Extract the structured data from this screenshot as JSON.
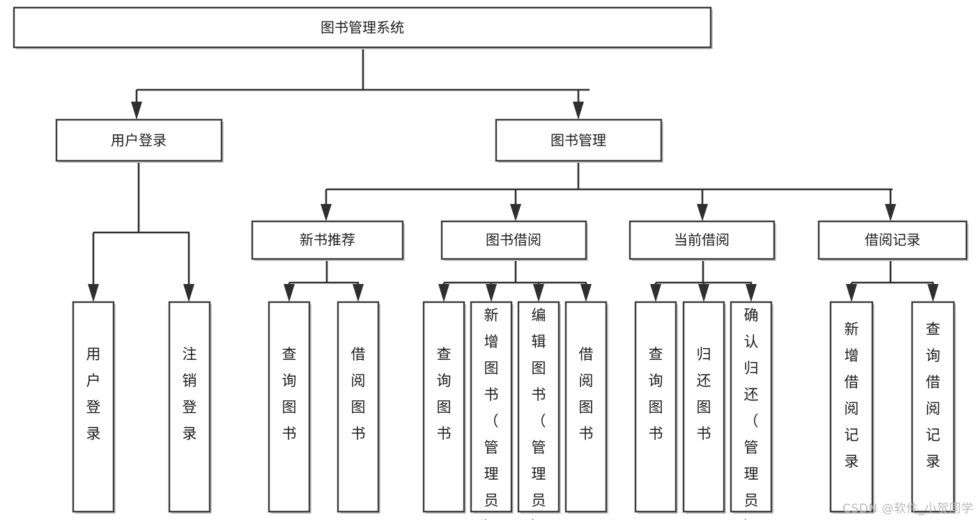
{
  "diagram": {
    "type": "tree",
    "title": "图书管理系统",
    "orientation": "top-down",
    "colors": {
      "box_stroke": "#3a3a3a",
      "box_fill": "#ffffff",
      "connector": "#2f2f2f",
      "text": "#1d1d1d",
      "watermark": "#b9b9b9",
      "background": "#ffffff"
    },
    "root": {
      "id": "root",
      "label": "图书管理系统"
    },
    "level1": [
      {
        "id": "user-login",
        "label": "用户登录"
      },
      {
        "id": "book-manage",
        "label": "图书管理"
      }
    ],
    "level2": [
      {
        "id": "new-book-recommend",
        "label": "新书推荐",
        "parent": "book-manage"
      },
      {
        "id": "book-borrow",
        "label": "图书借阅",
        "parent": "book-manage"
      },
      {
        "id": "current-borrow",
        "label": "当前借阅",
        "parent": "book-manage"
      },
      {
        "id": "borrow-record",
        "label": "借阅记录",
        "parent": "book-manage"
      }
    ],
    "leaves": {
      "user-login": [
        {
          "id": "leaf-user-login",
          "label": "用户登录"
        },
        {
          "id": "leaf-user-logout",
          "label": "注销登录"
        }
      ],
      "new-book-recommend": [
        {
          "id": "leaf-query-book-1",
          "label": "查询图书"
        },
        {
          "id": "leaf-borrow-book-1",
          "label": "借阅图书"
        }
      ],
      "book-borrow": [
        {
          "id": "leaf-query-book-2",
          "label": "查询图书"
        },
        {
          "id": "leaf-add-book",
          "label": "新增图书（管理员）"
        },
        {
          "id": "leaf-edit-book",
          "label": "编辑图书（管理员）"
        },
        {
          "id": "leaf-borrow-book-2",
          "label": "借阅图书"
        }
      ],
      "current-borrow": [
        {
          "id": "leaf-query-book-3",
          "label": "查询图书"
        },
        {
          "id": "leaf-return-book",
          "label": "归还图书"
        },
        {
          "id": "leaf-confirm-return",
          "label": "确认归还（管理员）"
        }
      ],
      "borrow-record": [
        {
          "id": "leaf-add-record",
          "label": "新增借阅记录"
        },
        {
          "id": "leaf-query-record",
          "label": "查询借阅记录"
        }
      ]
    }
  },
  "watermark": {
    "label": "CSDN @软件_小贺同学"
  }
}
